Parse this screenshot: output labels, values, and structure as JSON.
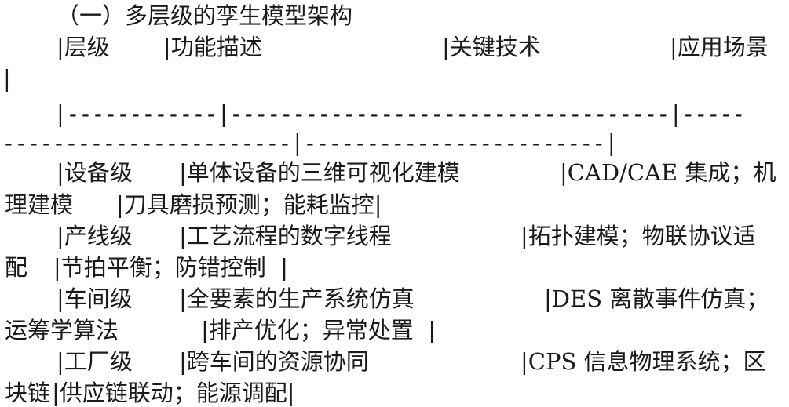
{
  "heading": "（一）多层级的孪生模型架构",
  "header_row": {
    "col1": "|层级",
    "col2": "|功能描述",
    "col3": "|关键技术",
    "col4": "|应用场景",
    "wrap": "|"
  },
  "separator": {
    "line1": "|------------|-----------------------------------|-----",
    "line2": "-----------------------|------------------------|"
  },
  "rows": [
    {
      "level": "|设备级",
      "function": "|单体设备的三维可视化建模",
      "tech_part1": "|CAD/CAE 集成；机",
      "tech_part2": "理建模",
      "scenario": "|刀具磨损预测；能耗监控|"
    },
    {
      "level": "|产线级",
      "function": "|工艺流程的数字线程",
      "tech_part1": "|拓扑建模；物联协议适",
      "tech_part2": "配",
      "scenario": "|节拍平衡；防错控制  |"
    },
    {
      "level": "|车间级",
      "function": "|全要素的生产系统仿真",
      "tech_part1": "|DES 离散事件仿真；",
      "tech_part2": "运筹学算法",
      "scenario": "|排产优化；异常处置  |"
    },
    {
      "level": "|工厂级",
      "function": "|跨车间的资源协同",
      "tech_part1": "|CPS 信息物理系统；区",
      "tech_part2": "块链",
      "scenario": "|供应链联动；能源调配|"
    }
  ]
}
